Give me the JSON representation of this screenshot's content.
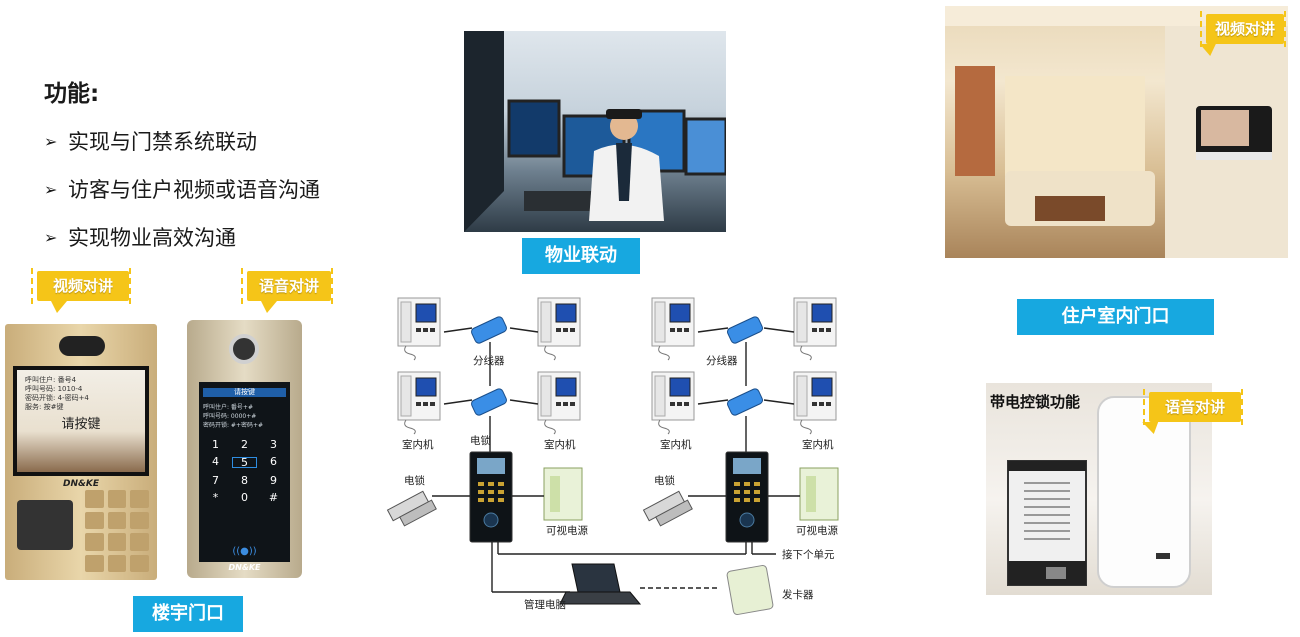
{
  "functions": {
    "title": "功能:",
    "items": [
      "实现与门禁系统联动",
      "访客与住户视频或语音沟通",
      "实现物业高效沟通"
    ],
    "bullet": "➢"
  },
  "labels": {
    "property_link": "物业联动",
    "indoor": "住户室内门口",
    "building_door": "楼宇门口"
  },
  "tags": {
    "video_intercom": "视频对讲",
    "voice_intercom": "语音对讲"
  },
  "photo_captions": {
    "lock_control": "带电控锁功能"
  },
  "gold_panel": {
    "screen_lines": [
      "呼叫住户: 番号4",
      "呼叫号码: 1010-4",
      "密码开锁: 4-密码+4",
      "服务: 按#键"
    ],
    "screen_prompt": "请按键",
    "brand": "DN&KE"
  },
  "silver_panel": {
    "screen_title": "请按键",
    "screen_lines": [
      "呼叫住户: 番号+#",
      "呼叫号码: 0000+#",
      "密码开锁: #+密码+#"
    ],
    "keys": [
      "1",
      "2",
      "3",
      "4",
      "5",
      "6",
      "7",
      "8",
      "9",
      "*",
      "0",
      "#"
    ],
    "brand": "DN&KE"
  },
  "diagram": {
    "splitter": "分线器",
    "indoor_unit": "室内机",
    "electric_lock": "电锁",
    "video_power": "可视电源",
    "next_unit": "接下个单元",
    "management_pc": "管理电脑",
    "card_issuer": "发卡器"
  },
  "colors": {
    "label_bg": "#17a8e0",
    "tag_bg": "#f5c518"
  }
}
